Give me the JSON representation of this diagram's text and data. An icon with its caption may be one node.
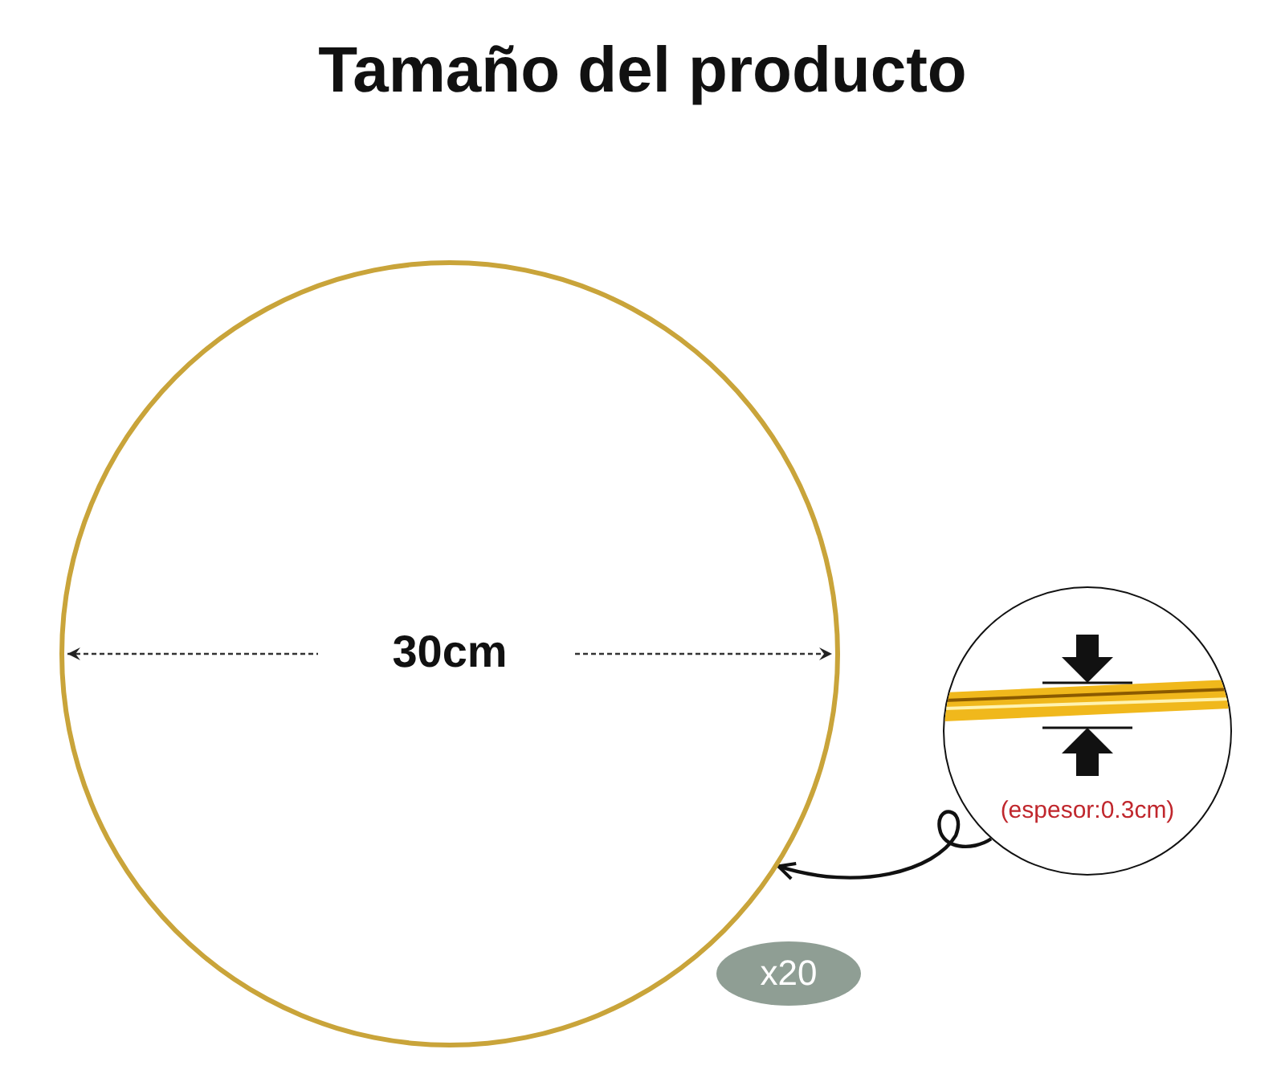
{
  "diagram": {
    "title": "Tamaño del producto",
    "nodes": [
      {
        "text": [],
        "shape": "circle"
      },
      {
        "text": [
          "(espesor:0.3cm)"
        ]
      },
      {
        "text": [
          "x20"
        ]
      }
    ],
    "edges": [
      {
        "from": 1,
        "to": 0,
        "arrow": "to"
      }
    ],
    "labels": [
      "30cm"
    ]
  }
}
